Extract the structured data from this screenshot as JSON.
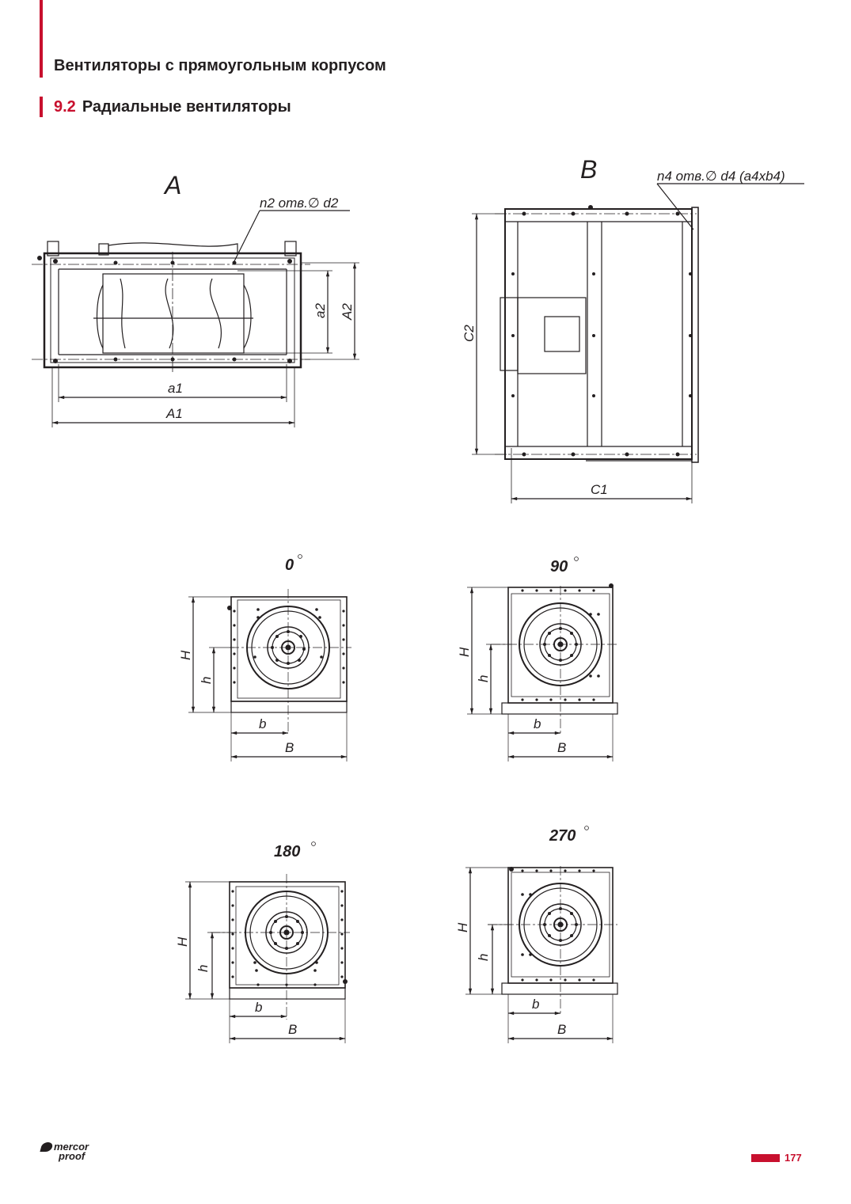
{
  "header": {
    "title": "Вентиляторы с прямоугольным корпусом",
    "section_number": "9.2",
    "section_title": "Радиальные вентиляторы"
  },
  "view_a": {
    "label": "A",
    "hole_note": "n2 отв.∅ d2",
    "dims": {
      "a1": "a1",
      "A1": "A1",
      "a2": "a2",
      "A2": "A2"
    }
  },
  "view_b": {
    "label": "B",
    "hole_note": "n4 отв.∅ d4 (a4xb4)",
    "dims": {
      "C1": "C1",
      "C2": "C2"
    }
  },
  "orientations": [
    {
      "angle": "0",
      "H": "H",
      "h": "h",
      "b": "b",
      "B": "B"
    },
    {
      "angle": "90",
      "H": "H",
      "h": "h",
      "b": "b",
      "B": "B"
    },
    {
      "angle": "180",
      "H": "H",
      "h": "h",
      "b": "b",
      "B": "B"
    },
    {
      "angle": "270",
      "H": "H",
      "h": "h",
      "b": "b",
      "B": "B"
    }
  ],
  "footer": {
    "logo_line1": "mercor",
    "logo_line2": "proof",
    "page_number": "177"
  },
  "colors": {
    "accent": "#c8102e",
    "ink": "#231f20"
  }
}
